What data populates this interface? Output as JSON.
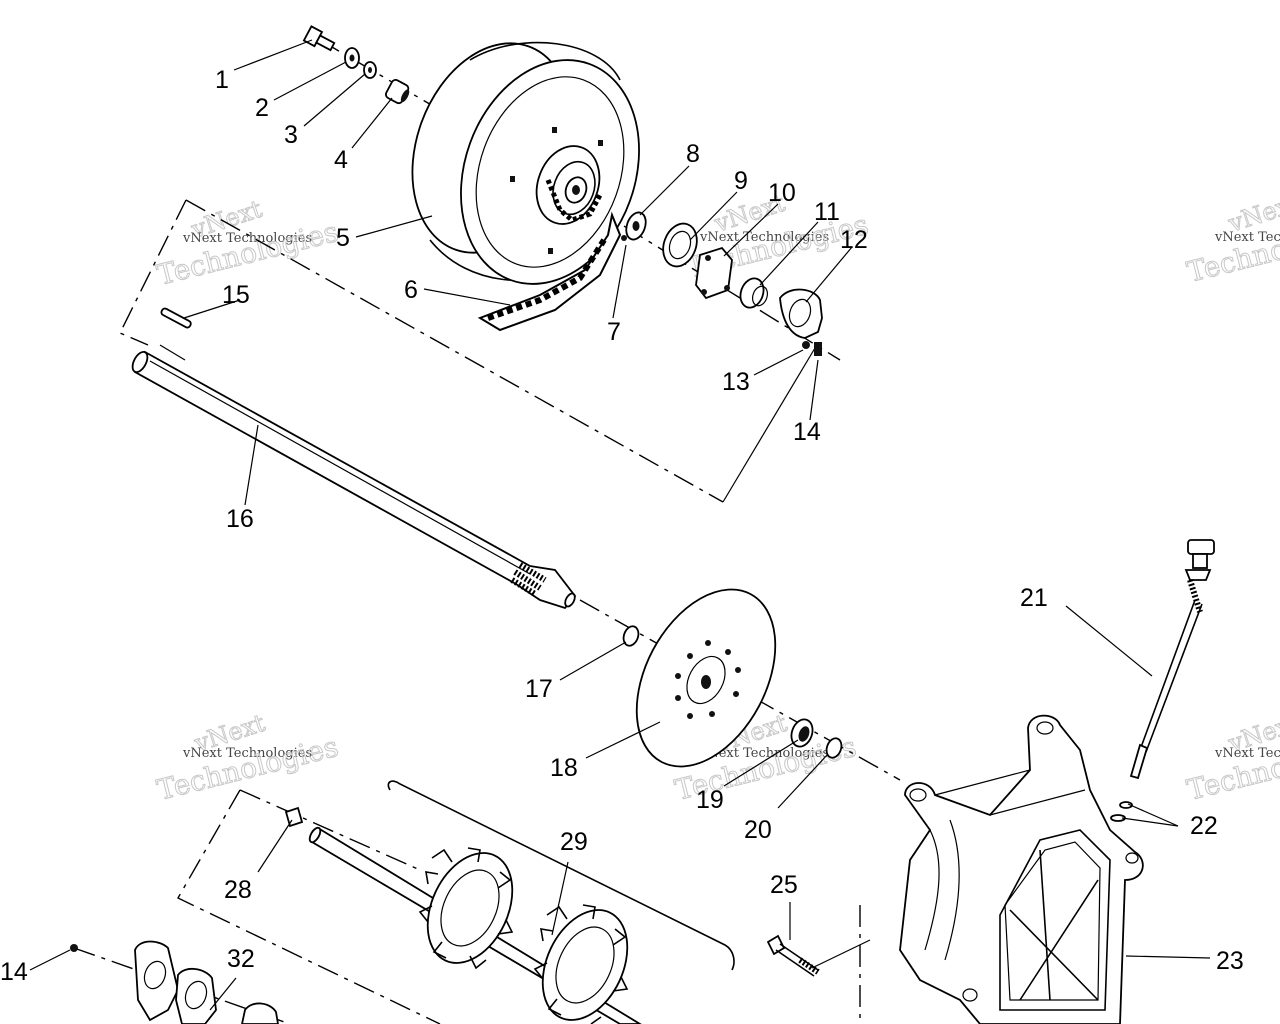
{
  "diagram": {
    "part_labels": [
      "1",
      "2",
      "3",
      "4",
      "5",
      "6",
      "7",
      "8",
      "9",
      "10",
      "11",
      "12",
      "13",
      "14",
      "15",
      "16",
      "17",
      "18",
      "19",
      "20",
      "21",
      "22",
      "23",
      "25",
      "28",
      "29",
      "32",
      "14"
    ],
    "watermark": {
      "brand_line1": "vNext",
      "brand_line2": "Technologies",
      "small_text": "vNext Technologies"
    }
  }
}
